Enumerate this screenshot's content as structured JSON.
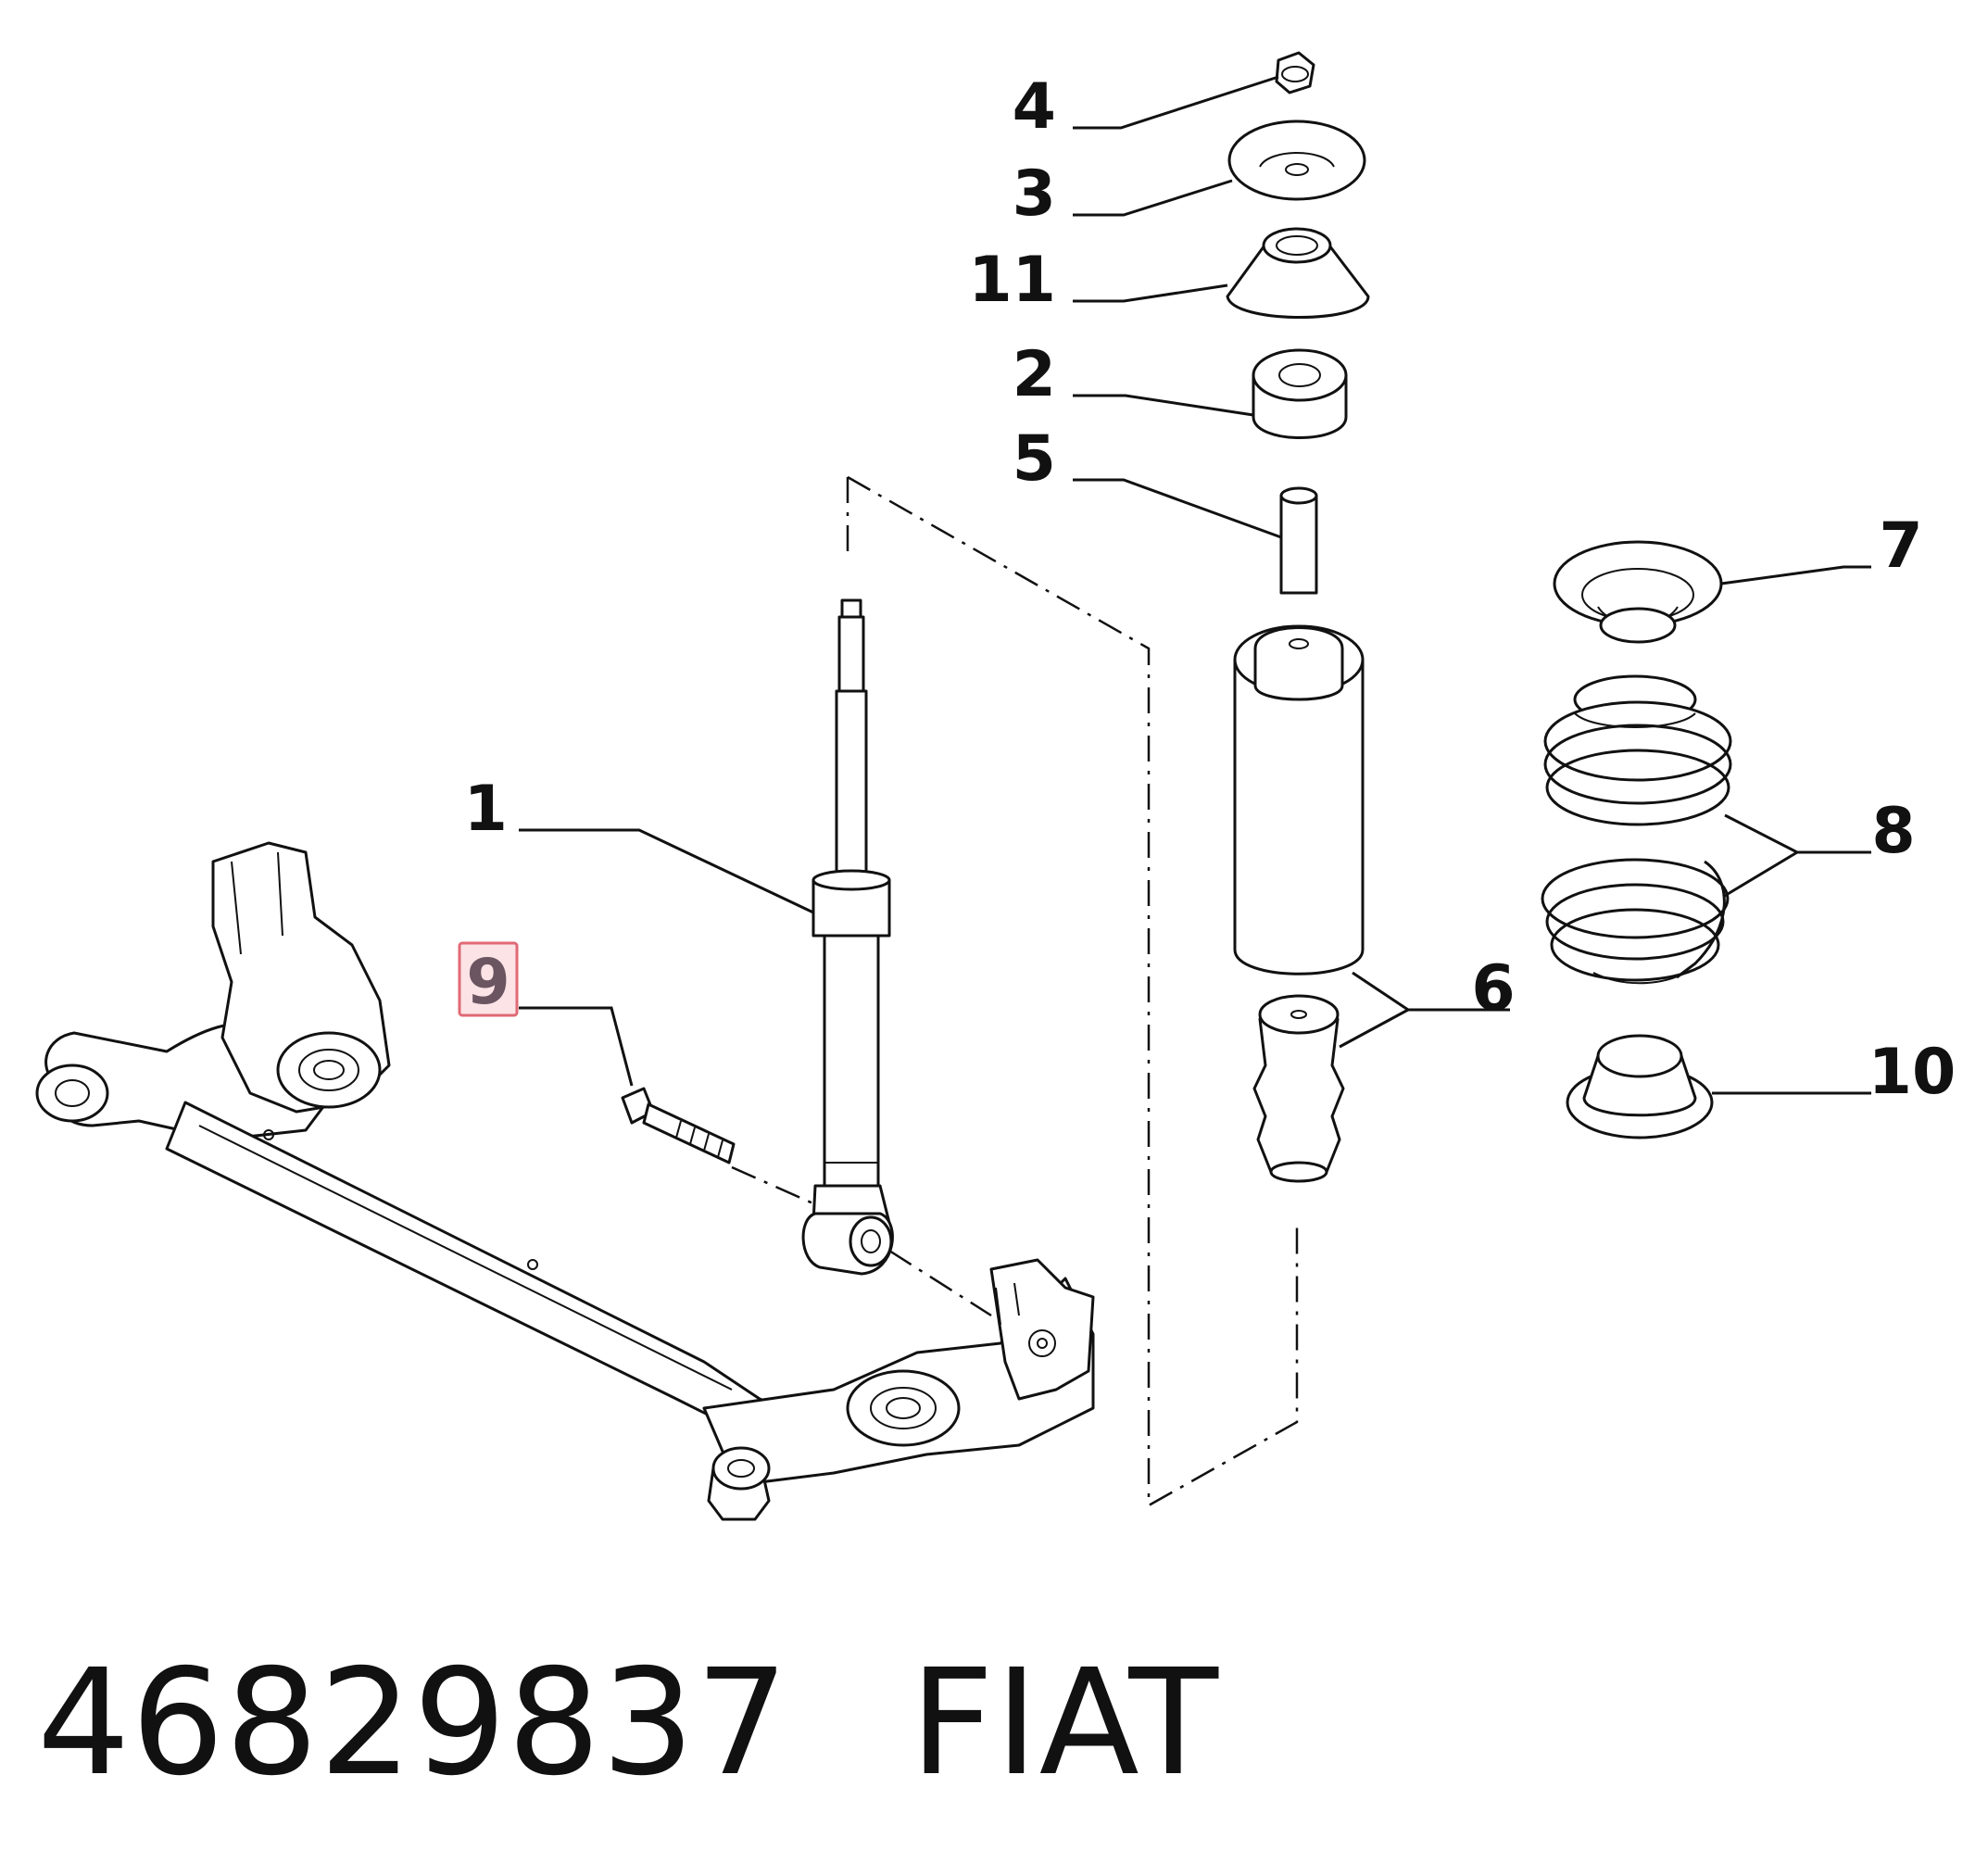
{
  "callouts": [
    {
      "id": "1",
      "text": "1"
    },
    {
      "id": "2",
      "text": "2"
    },
    {
      "id": "3",
      "text": "3"
    },
    {
      "id": "4",
      "text": "4"
    },
    {
      "id": "5",
      "text": "5"
    },
    {
      "id": "6",
      "text": "6"
    },
    {
      "id": "7",
      "text": "7"
    },
    {
      "id": "8",
      "text": "8"
    },
    {
      "id": "9",
      "text": "9",
      "highlighted": true
    },
    {
      "id": "10",
      "text": "10"
    },
    {
      "id": "11",
      "text": "11"
    }
  ],
  "colors": {
    "line": "#111111",
    "highlight_border": "#e06a75",
    "highlight_fill": "#fbe3e6",
    "highlight_text": "#6b5560"
  },
  "footer": {
    "part_number": "46829837",
    "brand": "FIAT"
  }
}
